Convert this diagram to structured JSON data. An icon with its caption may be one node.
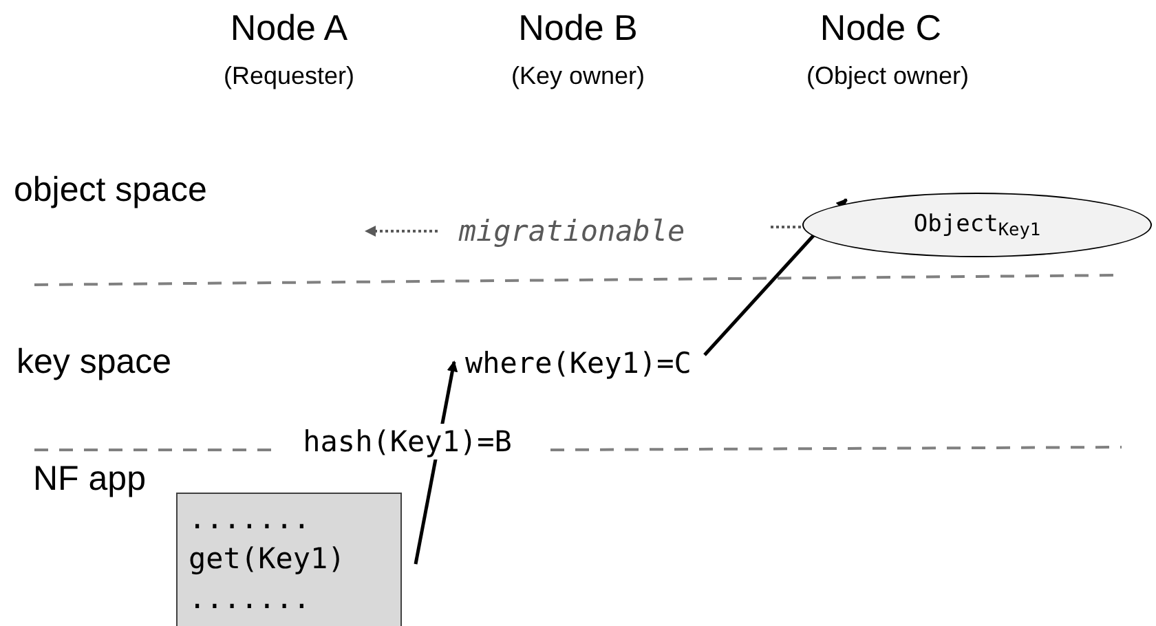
{
  "diagram": {
    "nodes": [
      {
        "text": [
          ".......",
          "get(Key1)",
          "......."
        ]
      },
      {
        "text": [
          "where(Key1)=C"
        ]
      },
      {
        "text": [
          "Object$_{Key1}$"
        ]
      }
    ],
    "edges": [
      {
        "from": 0,
        "to": 1,
        "arrow": "to"
      },
      {
        "from": 1,
        "to": 2,
        "arrow": "to"
      }
    ],
    "labels": [
      "Node A",
      "(Requester)",
      "Node B",
      "(Key owner)",
      "Node C",
      "(Object owner)",
      "object space",
      "migrationable",
      "key space",
      "hash(Key1)=B",
      "NF app"
    ]
  }
}
